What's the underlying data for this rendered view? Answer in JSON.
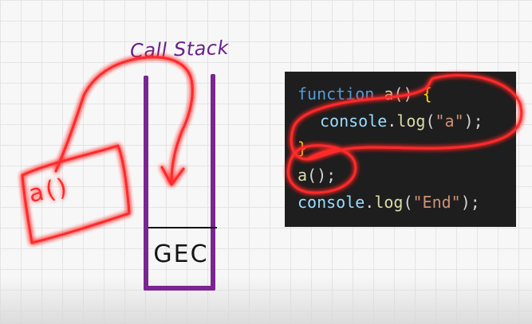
{
  "call_stack": {
    "title": "Call Stack",
    "frame_label": "GEC"
  },
  "pushed_frame": {
    "label": "a()"
  },
  "code": {
    "line1": {
      "keyword": "function",
      "name": "a",
      "parens": "()",
      "brace": "{"
    },
    "line2": {
      "object": "console",
      "dot": ".",
      "method": "log",
      "open": "(",
      "arg": "\"a\"",
      "close": ");"
    },
    "line3": {
      "brace": "}"
    },
    "line4": {
      "call": "a",
      "parens": "();"
    },
    "line5": {
      "object": "console",
      "dot": ".",
      "method": "log",
      "open": "(",
      "arg": "\"End\"",
      "close": ");"
    }
  },
  "colors": {
    "stack_purple": "#7b2591",
    "annotation_red": "#ff2a2a",
    "code_background": "#1e1e1e"
  }
}
